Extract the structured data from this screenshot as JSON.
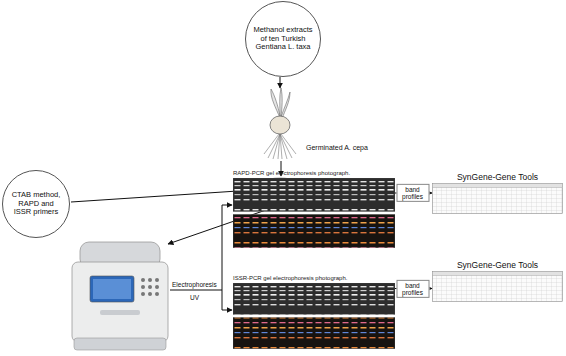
{
  "diagram": {
    "nodes": [
      {
        "text": [
          "Methanol extracts of ten Turkish Gentiana L. taxa"
        ]
      },
      {
        "text": [
          "Germinated A. cepa"
        ]
      },
      {
        "text": [
          "CTAB method, RAPD and ISSR primers"
        ]
      },
      {
        "text": [
          "RAPD-PCR gel electrophoresis photograph."
        ]
      },
      {
        "text": [
          "ISSR-PCR gel electrophoresis photograph."
        ]
      },
      {
        "text": [
          "SynGene-Gene Tools"
        ]
      },
      {
        "text": [
          "SynGene-Gene Tools"
        ]
      }
    ],
    "edges": [
      {
        "from": 0,
        "to": 1,
        "arrow": "to"
      },
      {
        "from": 3,
        "to": 5,
        "arrow": "to",
        "label": "band profiles"
      },
      {
        "from": 4,
        "to": 6,
        "arrow": "to",
        "label": "band profiles"
      }
    ],
    "labels": [
      "Electrophoresis",
      "UV"
    ]
  }
}
